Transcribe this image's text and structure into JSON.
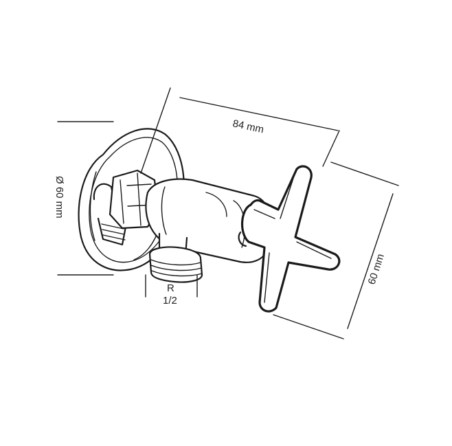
{
  "dimensions": {
    "length_label": "84 mm",
    "height_label": "60 mm",
    "diameter_label": "Ø 60 mm",
    "thread_label_line1": "R",
    "thread_label_line2": "1/2"
  },
  "colors": {
    "line": "#1a1a1a",
    "background": "#ffffff"
  }
}
